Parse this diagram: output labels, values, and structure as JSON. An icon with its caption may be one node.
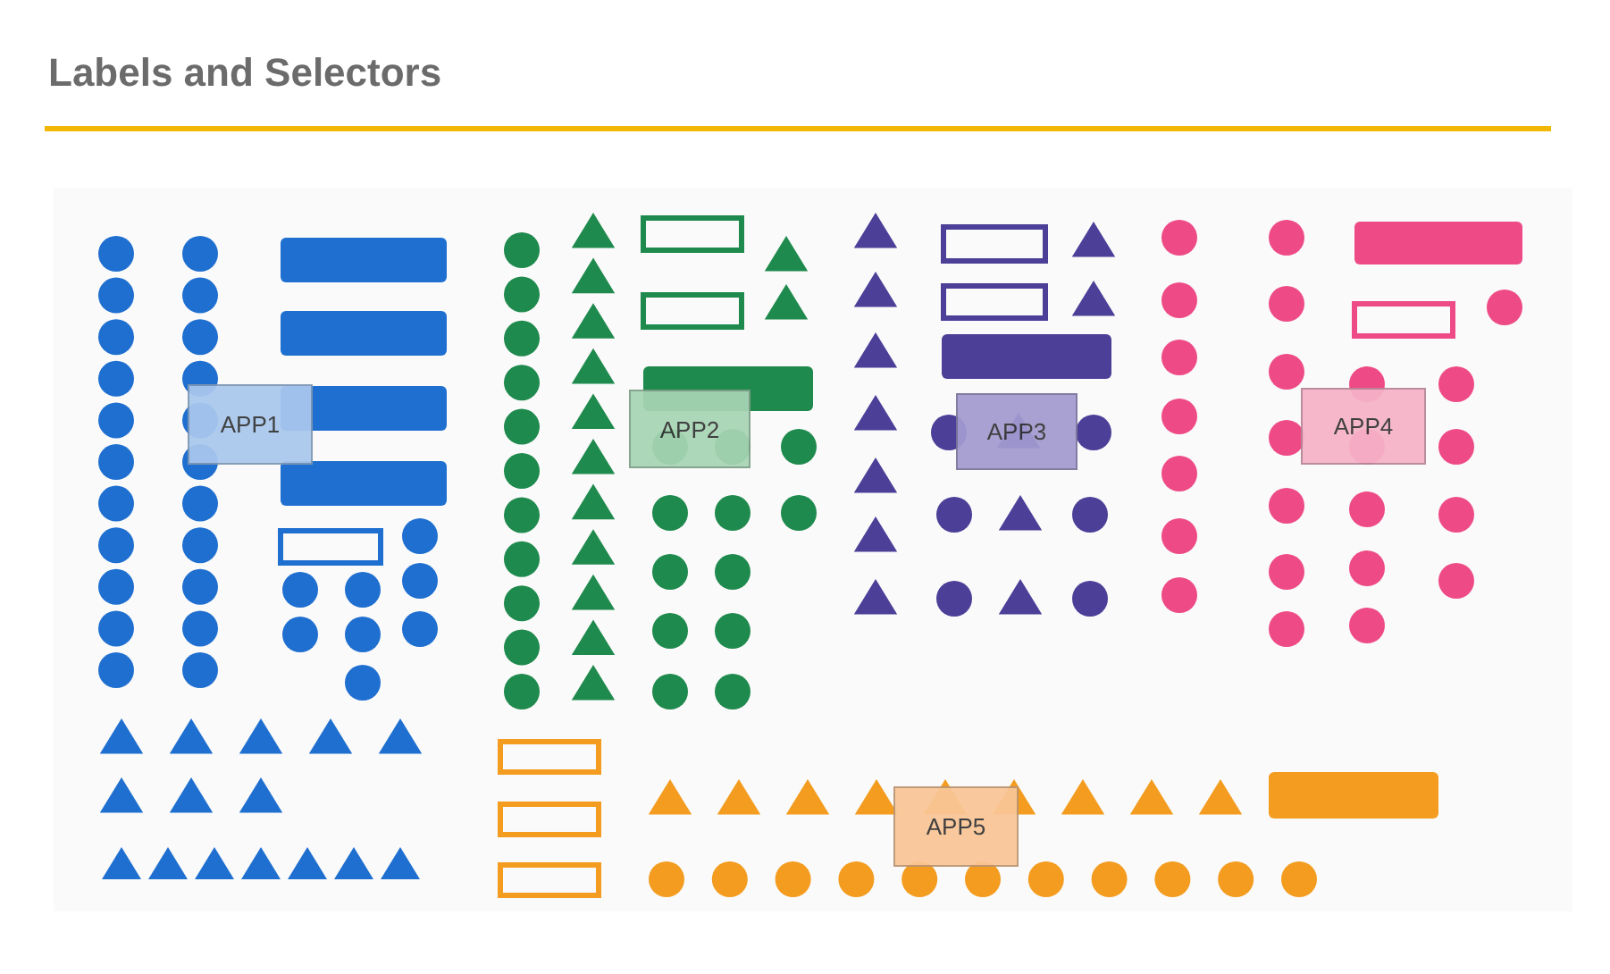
{
  "diagram": {
    "title": "Labels and Selectors",
    "nodes": [
      {
        "text": [
          "APP1"
        ]
      },
      {
        "text": [
          "APP2"
        ]
      },
      {
        "text": [
          "APP3"
        ]
      },
      {
        "text": [
          "APP4"
        ]
      },
      {
        "text": [
          "APP5"
        ]
      }
    ]
  }
}
